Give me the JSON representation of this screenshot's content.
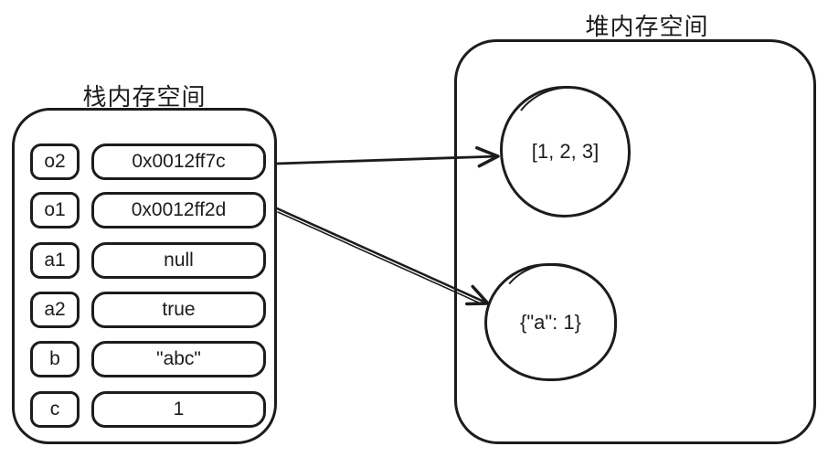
{
  "diagram": {
    "background": "#ffffff",
    "ink_color": "#1c1c1c"
  },
  "stack": {
    "title": "栈内存空间",
    "rows": [
      {
        "name": "o2",
        "value": "0x0012ff7c"
      },
      {
        "name": "o1",
        "value": "0x0012ff2d"
      },
      {
        "name": "a1",
        "value": "null"
      },
      {
        "name": "a2",
        "value": "true"
      },
      {
        "name": "b",
        "value": "\"abc\""
      },
      {
        "name": "c",
        "value": "1"
      }
    ]
  },
  "heap": {
    "title": "堆内存空间",
    "objects": [
      {
        "label": "[1, 2, 3]"
      },
      {
        "label": "{\"a\": 1}"
      }
    ]
  },
  "arrows": [
    {
      "from": "o2 (0x0012ff7c)",
      "to": "[1, 2, 3]"
    },
    {
      "from": "o1 (0x0012ff2d)",
      "to": "{\"a\": 1}"
    }
  ]
}
